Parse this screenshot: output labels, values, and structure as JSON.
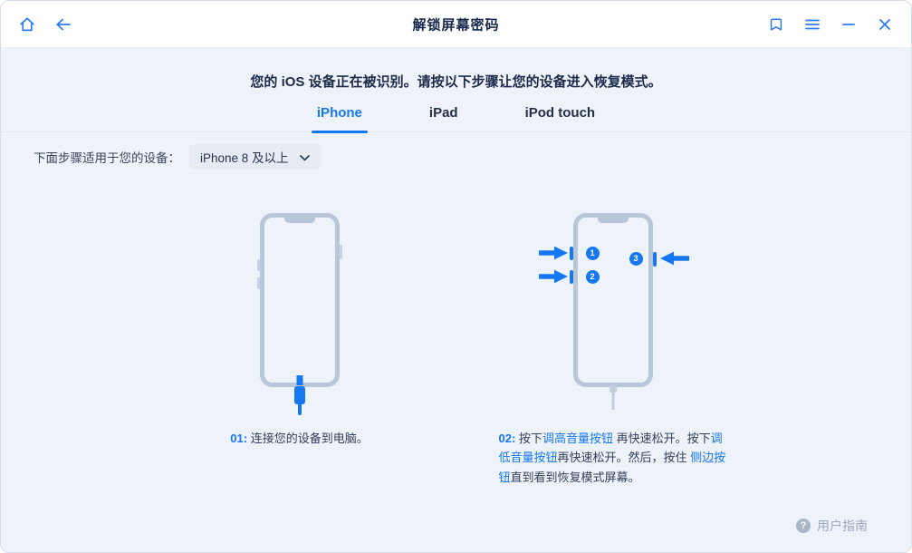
{
  "colors": {
    "accent": "#1677f2",
    "titlebar_bg": "#ffffff",
    "content_bg": "#eef2f9",
    "phone_outline": "#b9c5d8",
    "text_dark": "#1c2b4a",
    "text_body": "#33405a",
    "text_muted": "#9aa9c0"
  },
  "titlebar": {
    "title": "解锁屏幕密码",
    "left_icons": [
      "home-icon",
      "back-icon"
    ],
    "right_icons": [
      "bookmark-icon",
      "menu-icon",
      "minimize-icon",
      "close-icon"
    ]
  },
  "main": {
    "instruction": "您的 iOS 设备正在被识别。请按以下步骤让您的设备进入恢复模式。",
    "tabs": [
      {
        "label": "iPhone",
        "active": true
      },
      {
        "label": "iPad",
        "active": false
      },
      {
        "label": "iPod touch",
        "active": false
      }
    ],
    "device_selector": {
      "label": "下面步骤适用于您的设备：",
      "selected_option": "iPhone 8 及以上"
    },
    "steps": [
      {
        "number_label": "01:",
        "caption": "连接您的设备到电脑。"
      },
      {
        "number_label": "02:",
        "badges": [
          "1",
          "2",
          "3"
        ],
        "caption_segments": [
          {
            "text": "按下",
            "highlight": false
          },
          {
            "text": "调高音量按钮",
            "highlight": true
          },
          {
            "text": " 再快速松开。按下",
            "highlight": false
          },
          {
            "text": "调低音量按钮",
            "highlight": true
          },
          {
            "text": "再快速松开。然后，按住 ",
            "highlight": false
          },
          {
            "text": "侧边按钮",
            "highlight": true
          },
          {
            "text": "直到看到恢复模式屏幕。",
            "highlight": false
          }
        ]
      }
    ]
  },
  "footer": {
    "help_glyph": "?",
    "user_guide_label": "用户指南"
  }
}
